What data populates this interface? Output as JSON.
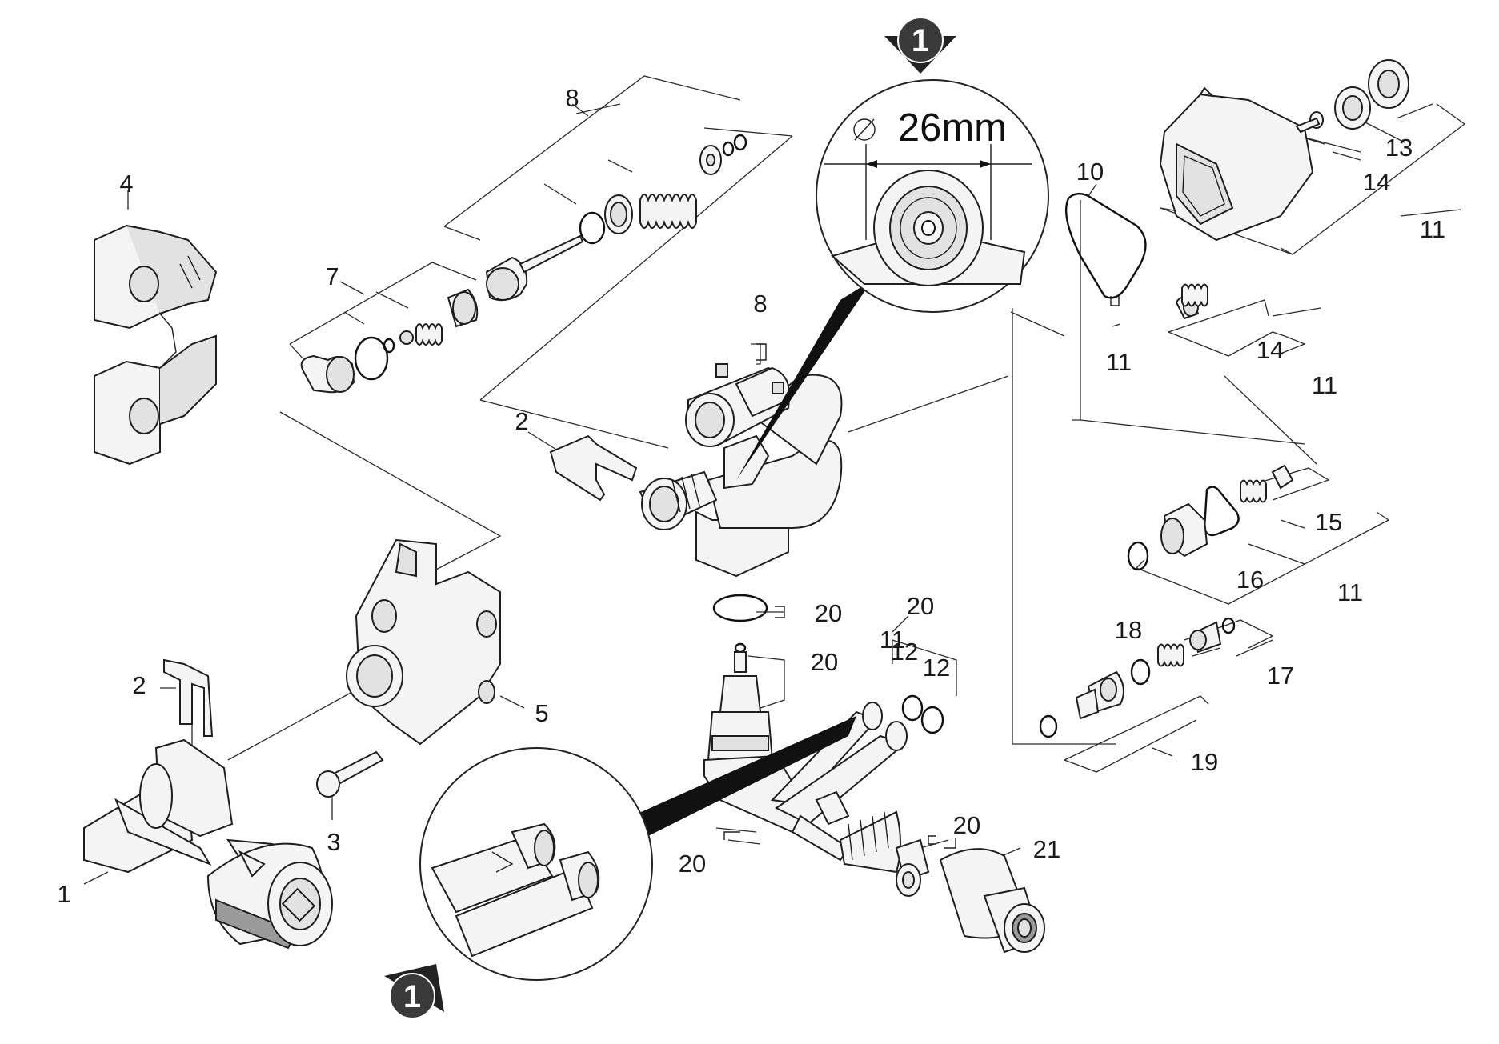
{
  "callouts": {
    "p1": "1",
    "p2a": "2",
    "p2b": "2",
    "p3": "3",
    "p4": "4",
    "p5": "5",
    "p7": "7",
    "p8a": "8",
    "p8b": "8",
    "p10": "10",
    "p11a": "11",
    "p11b": "11",
    "p11c": "11",
    "p11d": "11",
    "p11e": "11",
    "p12a": "12",
    "p12b": "12",
    "p13": "13",
    "p14a": "14",
    "p14b": "14",
    "p15": "15",
    "p16": "16",
    "p17": "17",
    "p18": "18",
    "p19": "19",
    "p20a": "20",
    "p20b": "20",
    "p20c": "20",
    "p20d": "20",
    "p20e": "20",
    "p21": "21"
  },
  "detail": {
    "marker_top": "1",
    "marker_bottom": "1",
    "diameter_symbol": "∅",
    "diameter_value": "26mm"
  }
}
